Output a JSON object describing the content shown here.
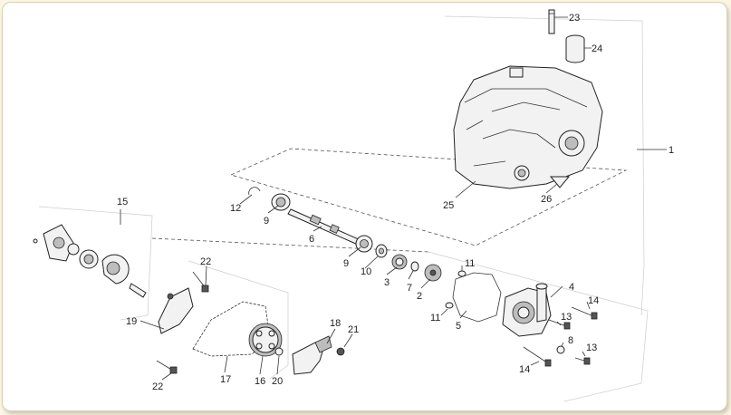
{
  "labels": [
    "23",
    "24",
    "1",
    "25",
    "26",
    "12",
    "9",
    "6",
    "9",
    "10",
    "3",
    "7",
    "2",
    "11",
    "11",
    "5",
    "4",
    "14",
    "13",
    "8",
    "13",
    "14",
    "15",
    "22",
    "19",
    "17",
    "16",
    "20",
    "18",
    "21",
    "22"
  ]
}
